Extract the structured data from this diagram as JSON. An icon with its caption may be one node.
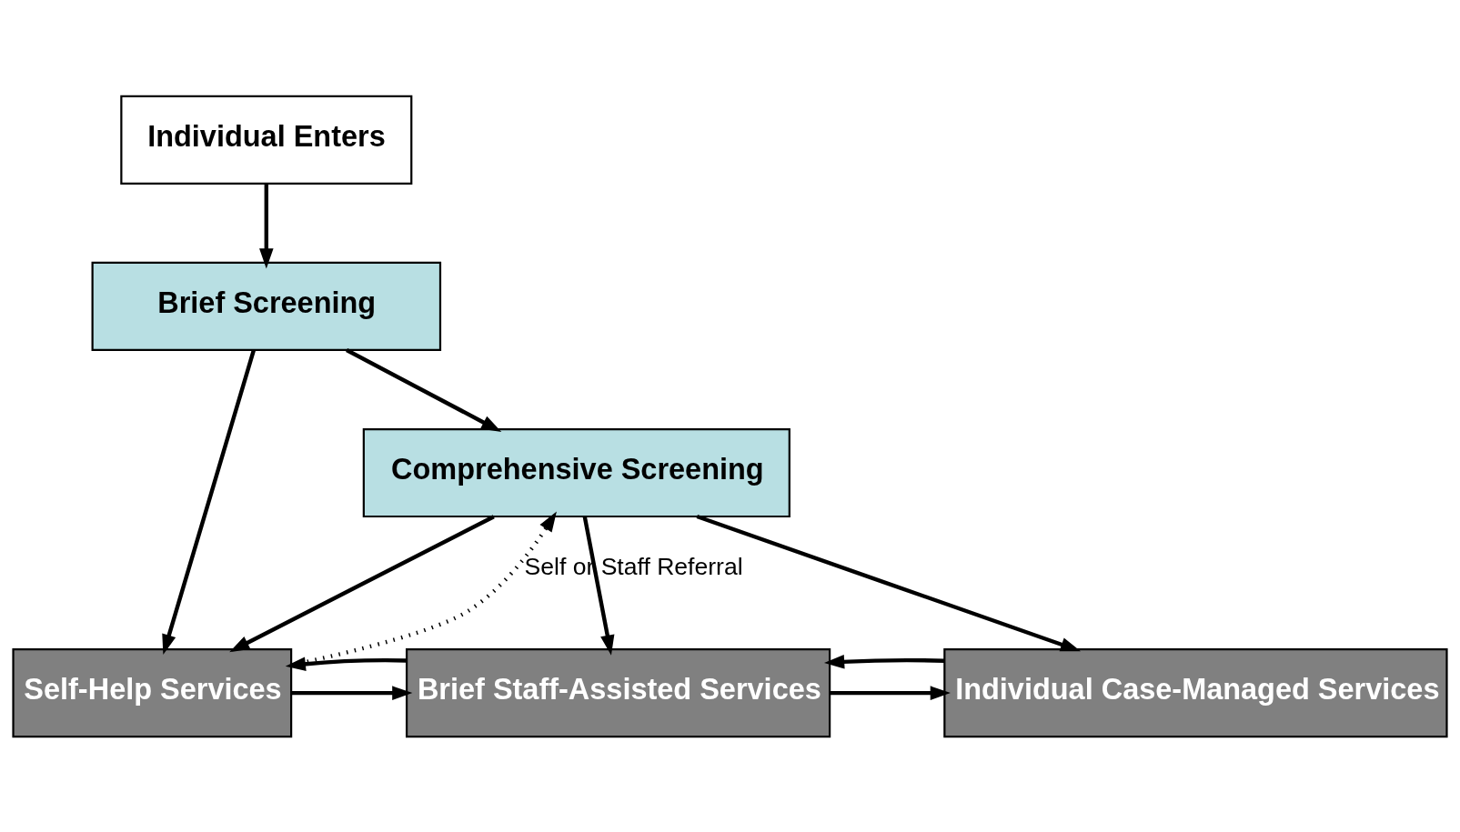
{
  "diagram": {
    "nodes": [
      {
        "text": [
          "Individual Enters"
        ]
      },
      {
        "text": [
          "Brief Screening"
        ]
      },
      {
        "text": [
          "Comprehensive Screening"
        ]
      },
      {
        "text": [
          "Self-Help Services"
        ]
      },
      {
        "text": [
          "Brief Staff-Assisted Services"
        ]
      },
      {
        "text": [
          "Individual Case-Managed Services"
        ]
      }
    ],
    "edges": [
      {
        "from": 0,
        "to": 1,
        "arrow": "to"
      },
      {
        "from": 1,
        "to": 3,
        "arrow": "to"
      },
      {
        "from": 1,
        "to": 2,
        "arrow": "to"
      },
      {
        "from": 3,
        "to": 2,
        "arrow": "to",
        "style": "dashed",
        "label": "Self or Staff Referral"
      },
      {
        "from": 2,
        "to": 3,
        "arrow": "to"
      },
      {
        "from": 2,
        "to": 4,
        "arrow": "to"
      },
      {
        "from": 2,
        "to": 5,
        "arrow": "to"
      },
      {
        "from": 3,
        "to": 4,
        "arrow": "to"
      },
      {
        "from": 4,
        "to": 3,
        "arrow": "to"
      },
      {
        "from": 4,
        "to": 5,
        "arrow": "to"
      },
      {
        "from": 5,
        "to": 4,
        "arrow": "to"
      }
    ]
  }
}
